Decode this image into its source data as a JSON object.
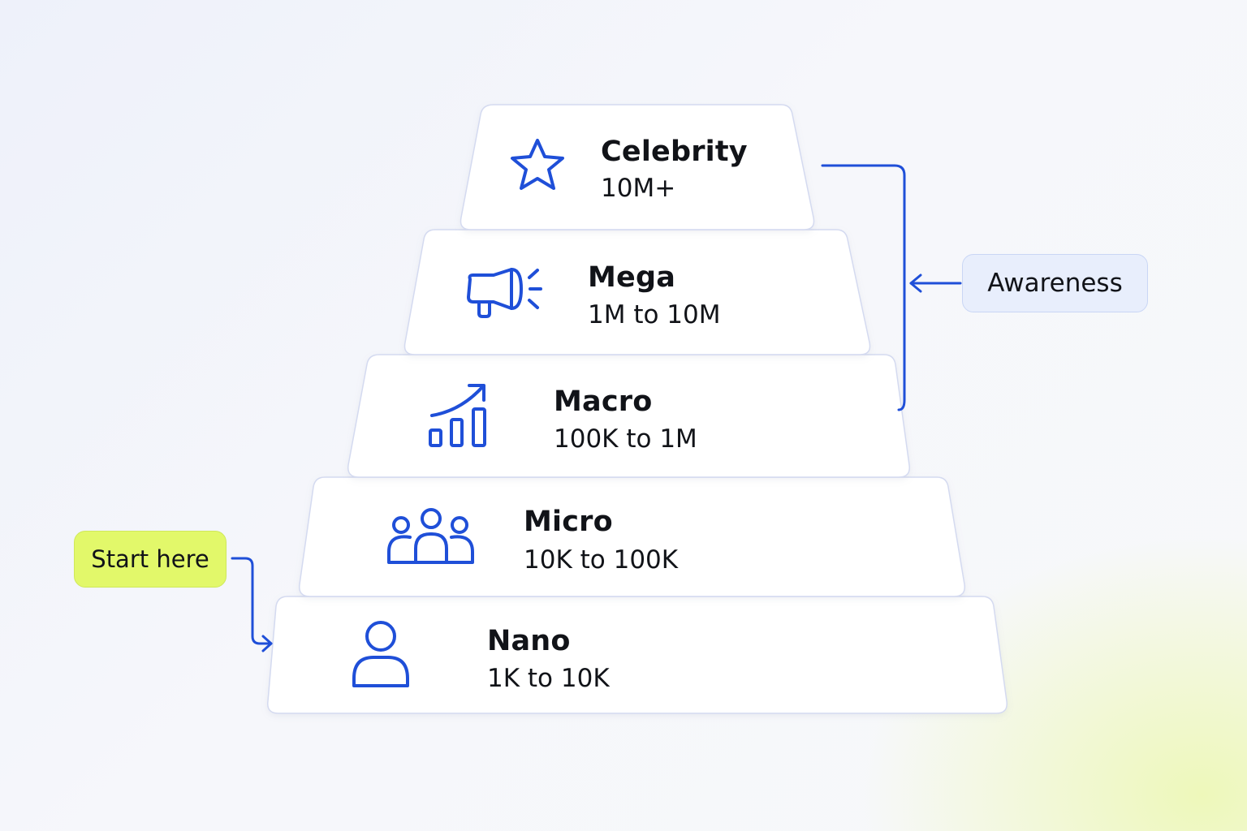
{
  "tiers": [
    {
      "name": "Celebrity",
      "range": "10M+",
      "icon": "star-icon"
    },
    {
      "name": "Mega",
      "range": "1M to 10M",
      "icon": "megaphone-icon"
    },
    {
      "name": "Macro",
      "range": "100K to 1M",
      "icon": "growth-chart-icon"
    },
    {
      "name": "Micro",
      "range": "10K to 100K",
      "icon": "group-icon"
    },
    {
      "name": "Nano",
      "range": "1K to 10K",
      "icon": "person-icon"
    }
  ],
  "annotations": {
    "start": "Start here",
    "awareness": "Awareness"
  },
  "colors": {
    "accent": "#1f4fd8",
    "start_tag": "#e2f86a",
    "awareness_tag": "#e8eefc",
    "text": "#111318",
    "card": "#ffffff"
  }
}
